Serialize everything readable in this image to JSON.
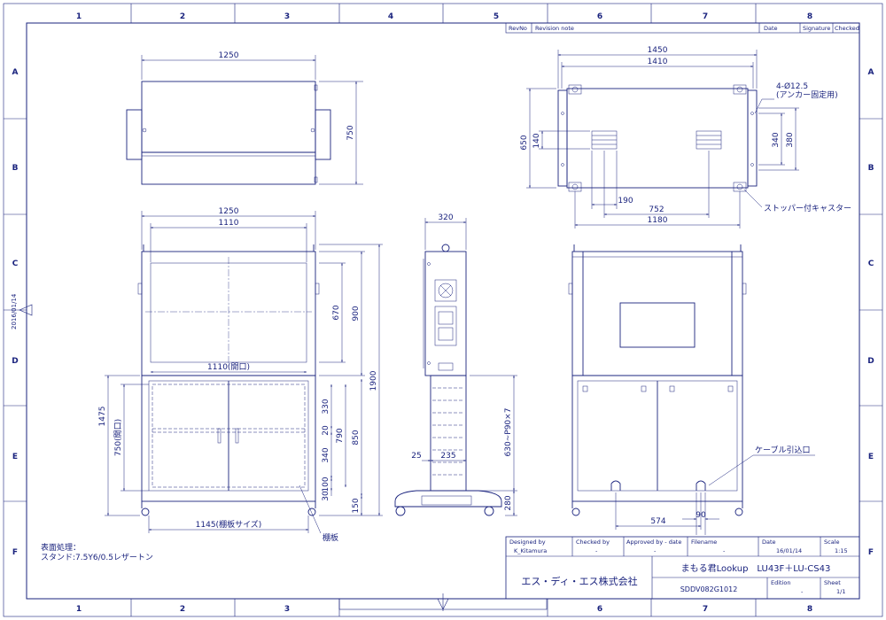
{
  "colors": {
    "ink": "#1a237e",
    "paper": "#ffffff"
  },
  "zones": {
    "cols": [
      "1",
      "2",
      "3",
      "4",
      "5",
      "6",
      "7",
      "8"
    ],
    "rows": [
      "A",
      "B",
      "C",
      "D",
      "E",
      "F"
    ]
  },
  "revision_block": {
    "rev_no": "RevNo",
    "note": "Revision note",
    "date": "Date",
    "signature": "Signature",
    "checked": "Checked"
  },
  "side_date": "2016/01/14",
  "title_block": {
    "designed_by_label": "Designed by",
    "designed_by": "K_Kitamura",
    "checked_by_label": "Checked by",
    "checked_by": "-",
    "approved_label": "Approved by - date",
    "approved": "-",
    "filename_label": "Filename",
    "filename": "-",
    "date_label": "Date",
    "date": "16/01/14",
    "scale_label": "Scale",
    "scale": "1:15",
    "company": "エス・ディ・エス株式会社",
    "product": "まもる君Lookup　LU43F＋LU-CS43",
    "drawing_no": "SDDV082G1012",
    "edition_label": "Edition",
    "edition": "-",
    "sheet_label": "Sheet",
    "sheet": "1/1"
  },
  "surface_note": {
    "title": "表面処理：",
    "body": "スタンド:7.5Y6/0.5レザートン"
  },
  "top_view": {
    "width": "1250",
    "depth": "750"
  },
  "front_view": {
    "width": "1250",
    "inner_width": "1110",
    "opening": "1110(開口)",
    "d670": "670",
    "d900": "900",
    "d1900": "1900",
    "d1475": "1475",
    "d750_open": "750(開口)",
    "d330": "330",
    "d20": "20",
    "d790": "790",
    "d850": "850",
    "d340": "340",
    "d100": "100",
    "d30": "30",
    "d150": "150",
    "shelf_size": "1145(棚板サイズ)",
    "shelf_label": "棚板"
  },
  "side_view": {
    "width": "320",
    "pitch": "630~P90×7",
    "d25": "25",
    "d235": "235",
    "d280": "280"
  },
  "bottom_view": {
    "d1450": "1450",
    "d1410": "1410",
    "anchor_hole": "4-Ø12.5",
    "anchor_note": "(アンカー固定用)",
    "d650": "650",
    "d140": "140",
    "d340": "340",
    "d380": "380",
    "d190": "190",
    "d752": "752",
    "d1180": "1180",
    "caster_note": "ストッパー付キャスター"
  },
  "rear_view": {
    "cable_label": "ケーブル引込口",
    "d574": "574",
    "d90": "90"
  }
}
